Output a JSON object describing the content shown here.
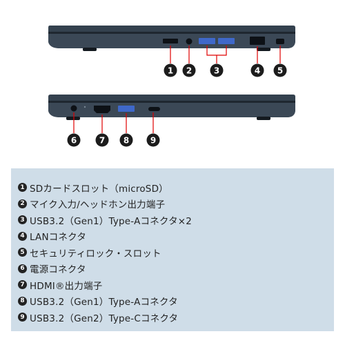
{
  "colors": {
    "laptop_body": "#34414e",
    "laptop_dark": "#1f2730",
    "port_blue": "#3f68c9",
    "marker": "#1c1c1c",
    "callout_line": "#e00000",
    "panel_bg": "#cfdde8"
  },
  "markers_top": [
    "1",
    "2",
    "3",
    "4",
    "5"
  ],
  "markers_bottom": [
    "6",
    "7",
    "8",
    "9"
  ],
  "legend": [
    {
      "num": "1",
      "text": "SDカードスロット（microSD）"
    },
    {
      "num": "2",
      "text": "マイク入力/ヘッドホン出力端子"
    },
    {
      "num": "3",
      "text": "USB3.2（Gen1）Type-Aコネクタ×2"
    },
    {
      "num": "4",
      "text": "LANコネクタ"
    },
    {
      "num": "5",
      "text": "セキュリティロック・スロット"
    },
    {
      "num": "6",
      "text": "電源コネクタ"
    },
    {
      "num": "7",
      "text": "HDMI®出力端子"
    },
    {
      "num": "8",
      "text": "USB3.2（Gen1）Type-Aコネクタ"
    },
    {
      "num": "9",
      "text": "USB3.2（Gen2）Type-Cコネクタ"
    }
  ]
}
